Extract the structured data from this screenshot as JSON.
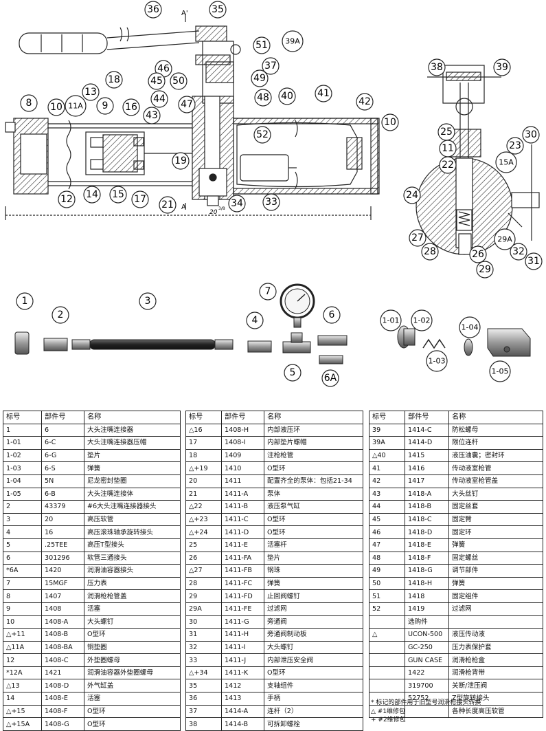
{
  "callouts_main": [
    "36",
    "35",
    "51",
    "39A",
    "37",
    "46",
    "50",
    "45",
    "49",
    "48",
    "44",
    "47",
    "43",
    "18",
    "13",
    "11A",
    "9",
    "16",
    "8",
    "10",
    "40",
    "41",
    "42",
    "52",
    "19",
    "12",
    "14",
    "15",
    "17",
    "21",
    "34",
    "33",
    "10"
  ],
  "callouts_side": [
    "38",
    "39",
    "25",
    "11",
    "23",
    "30",
    "22",
    "15A",
    "24",
    "27",
    "28",
    "26",
    "29A",
    "32",
    "31",
    "29"
  ],
  "callouts_parts": [
    "1",
    "2",
    "3",
    "7",
    "4",
    "6",
    "5",
    "6A",
    "1-01",
    "1-02",
    "1-04",
    "1-03",
    "1-05"
  ],
  "section_marks": [
    "A'",
    "A"
  ],
  "dimension": "20",
  "dimension_frac": "3/8",
  "table_header": {
    "c1": "标号",
    "c2": "部件号",
    "c3": "名称"
  },
  "table1": [
    [
      "1",
      "6",
      "大头注嘴连接器"
    ],
    [
      "1-01",
      "6-C",
      "大头注嘴连接器压帽"
    ],
    [
      "1-02",
      "6-G",
      "垫片"
    ],
    [
      "1-03",
      "6-S",
      "弹簧"
    ],
    [
      "1-04",
      "5N",
      "尼龙密封垫圈"
    ],
    [
      "1-05",
      "6-B",
      "大头注嘴连接体"
    ],
    [
      "2",
      "43379",
      "#6大头注嘴连接器接头"
    ],
    [
      "3",
      "20",
      "高压软管"
    ],
    [
      "4",
      "16",
      "高压滚珠轴承旋转接头"
    ],
    [
      "5",
      ".25TEE",
      "高压T型接头"
    ],
    [
      "6",
      "301296",
      "软管三通接头"
    ],
    [
      "*6A",
      "1420",
      "润滑油容器接头"
    ],
    [
      "7",
      "15MGF",
      "压力表"
    ],
    [
      "8",
      "1407",
      "润滑枪枪管盖"
    ],
    [
      "9",
      "1408",
      "活塞"
    ],
    [
      "10",
      "1408-A",
      "大头螺钉"
    ],
    [
      "△+11",
      "1408-B",
      "O型环"
    ],
    [
      "△11A",
      "1408-BA",
      "铜垫圈"
    ],
    [
      "12",
      "1408-C",
      "外垫圈螺母"
    ],
    [
      "*12A",
      "1421",
      "润滑油容器外垫圈螺母"
    ],
    [
      "△13",
      "1408-D",
      "外气缸盖"
    ],
    [
      "14",
      "1408-E",
      "活塞"
    ],
    [
      "△+15",
      "1408-F",
      "O型环"
    ],
    [
      "△+15A",
      "1408-G",
      "O型环"
    ]
  ],
  "table2": [
    [
      "△16",
      "1408-H",
      "内部液压环"
    ],
    [
      "17",
      "1408-I",
      "内部垫片螺帽"
    ],
    [
      "18",
      "1409",
      "注枪枪管"
    ],
    [
      "△+19",
      "1410",
      "O型环"
    ],
    [
      "20",
      "1411",
      "配置齐全的泵体：包括21-34"
    ],
    [
      "21",
      "1411-A",
      "泵体"
    ],
    [
      "△22",
      "1411-B",
      "液压泵气缸"
    ],
    [
      "△+23",
      "1411-C",
      "O型环"
    ],
    [
      "△+24",
      "1411-D",
      "O型环"
    ],
    [
      "25",
      "1411-E",
      "活塞杆"
    ],
    [
      "26",
      "1411-FA",
      "垫片"
    ],
    [
      "△27",
      "1411-FB",
      "钢珠"
    ],
    [
      "28",
      "1411-FC",
      "弹簧"
    ],
    [
      "29",
      "1411-FD",
      "止回阀螺钉"
    ],
    [
      "29A",
      "1411-FE",
      "过滤网"
    ],
    [
      "30",
      "1411-G",
      "旁通阀"
    ],
    [
      "31",
      "1411-H",
      "旁通阀制动板"
    ],
    [
      "32",
      "1411-I",
      "大头螺钉"
    ],
    [
      "33",
      "1411-J",
      "内部泄压安全阀"
    ],
    [
      "△+34",
      "1411-K",
      "O型环"
    ],
    [
      "35",
      "1412",
      "支轴组件"
    ],
    [
      "36",
      "1413",
      "手柄"
    ],
    [
      "37",
      "1414-A",
      "连杆（2）"
    ],
    [
      "38",
      "1414-B",
      "可拆卸螺栓"
    ]
  ],
  "table3": [
    [
      "39",
      "1414-C",
      "防松螺母"
    ],
    [
      "39A",
      "1414-D",
      "限位连杆"
    ],
    [
      "△40",
      "1415",
      "液压油囊；密封环"
    ],
    [
      "41",
      "1416",
      "传动液室枪管"
    ],
    [
      "42",
      "1417",
      "传动液室枪管盖"
    ],
    [
      "43",
      "1418-A",
      "大头丝钉"
    ],
    [
      "44",
      "1418-B",
      "固定丝套"
    ],
    [
      "45",
      "1418-C",
      "固定臂"
    ],
    [
      "46",
      "1418-D",
      "固定环"
    ],
    [
      "47",
      "1418-E",
      "弹簧"
    ],
    [
      "48",
      "1418-F",
      "固定螺丝"
    ],
    [
      "49",
      "1418-G",
      "调节部件"
    ],
    [
      "50",
      "1418-H",
      "弹簧"
    ],
    [
      "51",
      "1418",
      "固定组件"
    ],
    [
      "52",
      "1419",
      "过滤网"
    ],
    [
      "",
      "选购件",
      ""
    ],
    [
      "△",
      "UCON-500",
      "液压传动液"
    ],
    [
      "",
      "GC-250",
      "压力表保护套"
    ],
    [
      "",
      "GUN CASE",
      "润滑枪枪盒"
    ],
    [
      "",
      "1422",
      "润滑枪背带"
    ],
    [
      "",
      "319700",
      "关断/泄压阀"
    ],
    [
      "",
      "52752",
      "Z型旋转接头"
    ],
    [
      "",
      "",
      "各种长度高压软管"
    ]
  ],
  "notes": {
    "n1": "* 标记的部件用于旧型号润滑枪接头转换",
    "n2": "△   #1维修包",
    "n3": "+   #2维修包"
  }
}
